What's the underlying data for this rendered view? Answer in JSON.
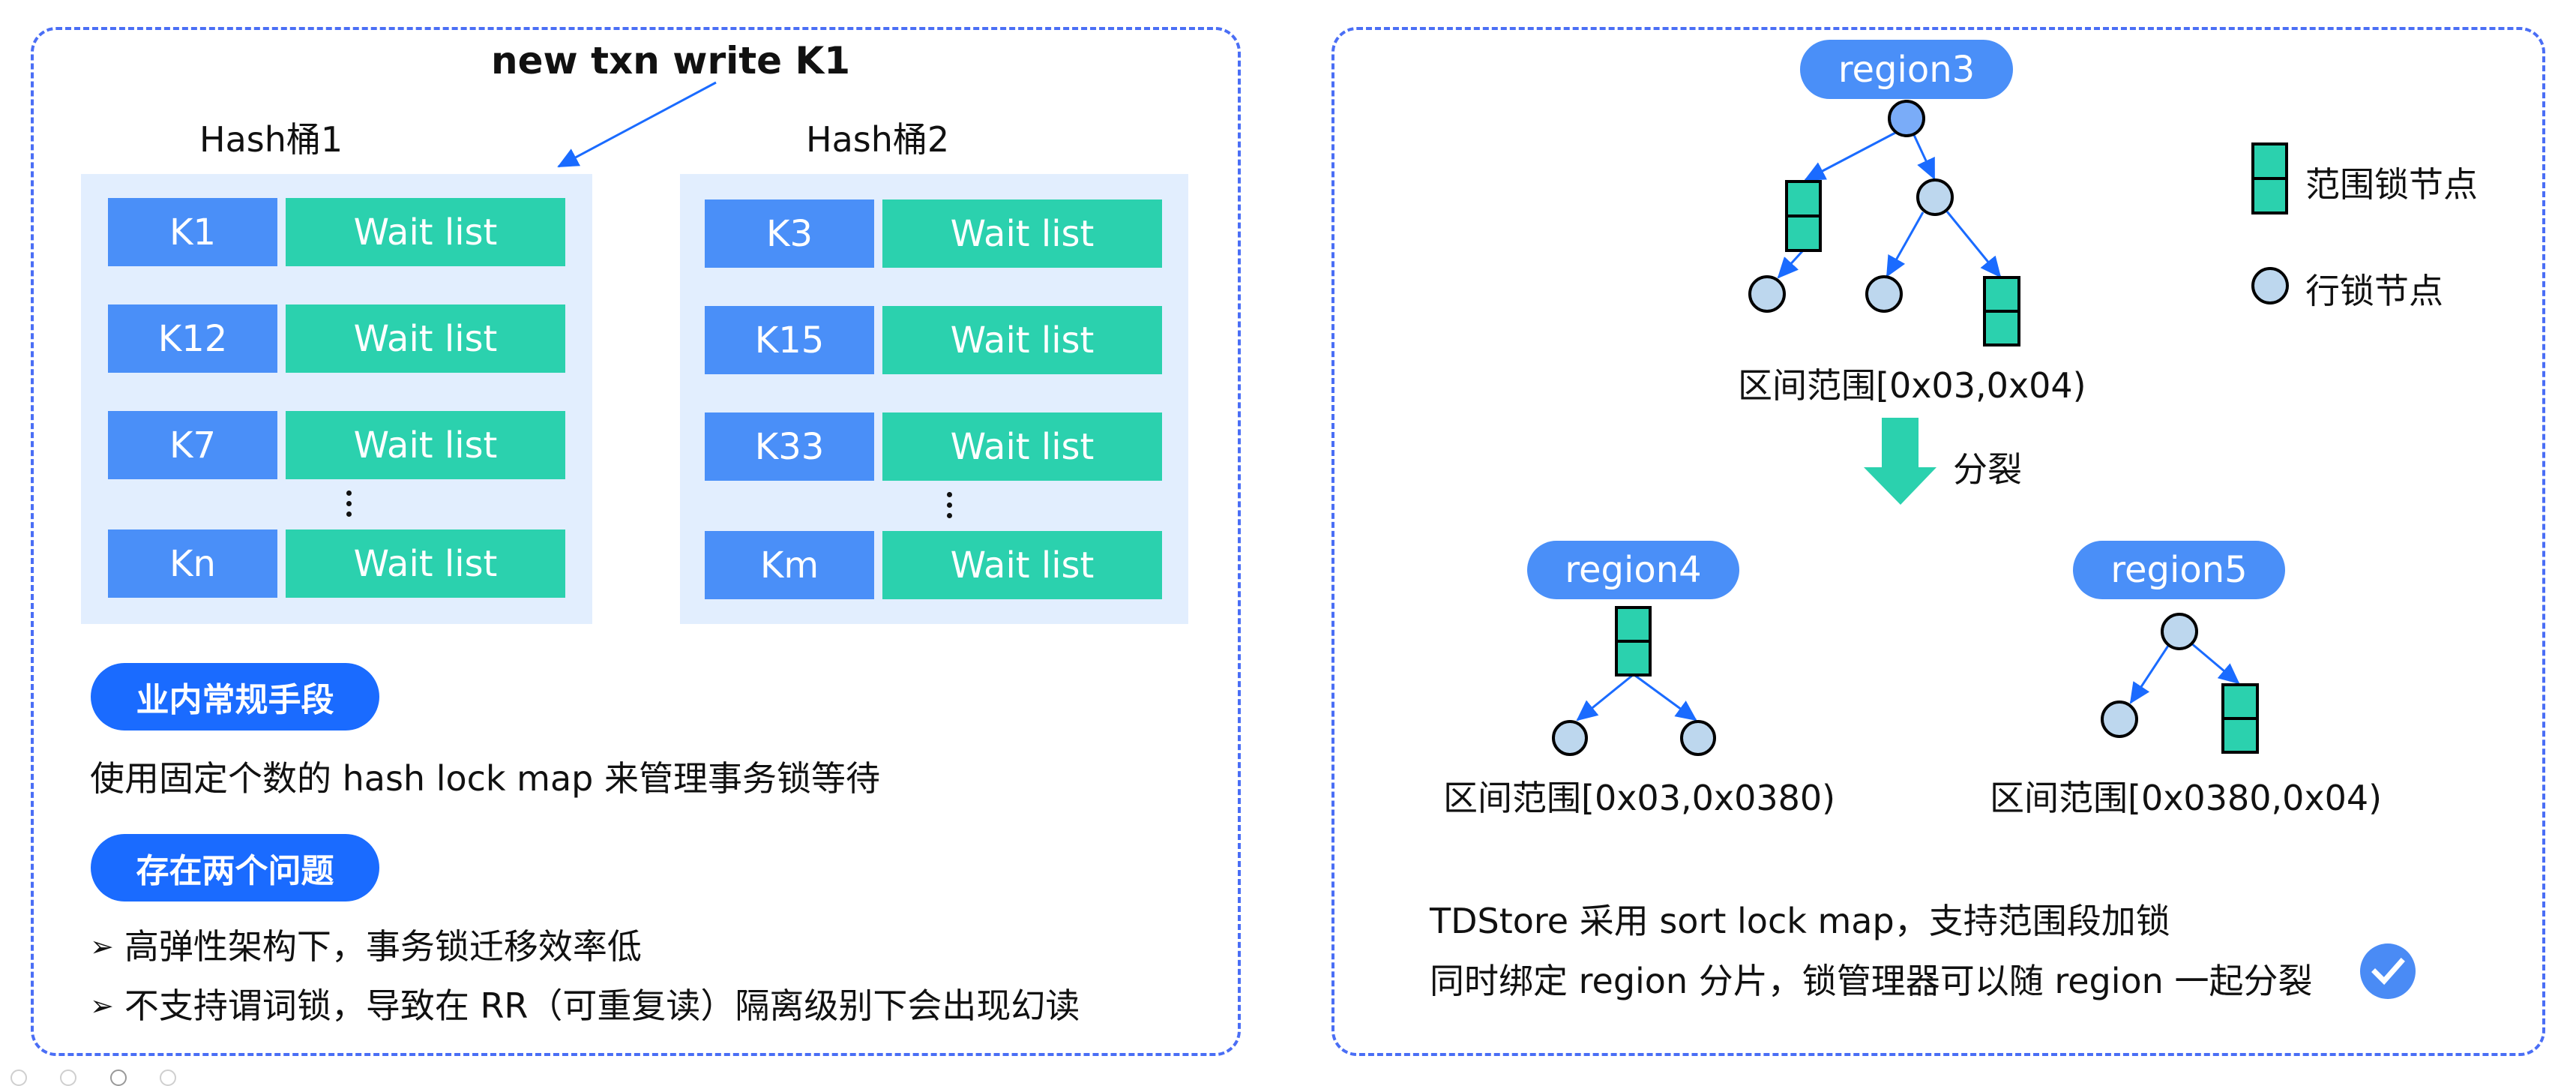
{
  "left_panel": {
    "annotation": "new txn write K1",
    "buckets": [
      {
        "title": "Hash桶1",
        "rows": [
          {
            "key": "K1",
            "value": "Wait list"
          },
          {
            "key": "K12",
            "value": "Wait list"
          },
          {
            "key": "K7",
            "value": "Wait list"
          },
          {
            "key": "Kn",
            "value": "Wait list"
          }
        ]
      },
      {
        "title": "Hash桶2",
        "rows": [
          {
            "key": "K3",
            "value": "Wait list"
          },
          {
            "key": "K15",
            "value": "Wait list"
          },
          {
            "key": "K33",
            "value": "Wait list"
          },
          {
            "key": "Km",
            "value": "Wait list"
          }
        ]
      }
    ],
    "section1": {
      "pill": "业内常规手段",
      "text": "使用固定个数的 hash lock map 来管理事务锁等待"
    },
    "section2": {
      "pill": "存在两个问题",
      "bullet_glyph": "➢",
      "bullets": [
        "高弹性架构下，事务锁迁移效率低",
        "不支持谓词锁，导致在 RR（可重复读）隔离级别下会出现幻读"
      ]
    }
  },
  "right_panel": {
    "region_top": {
      "label": "region3",
      "caption": "区间范围[0x03,0x04)"
    },
    "split_label": "分裂",
    "region_left": {
      "label": "region4",
      "caption": "区间范围[0x03,0x0380)"
    },
    "region_right": {
      "label": "region5",
      "caption": "区间范围[0x0380,0x04)"
    },
    "legend": [
      {
        "icon": "range-lock-node-icon",
        "label": "范围锁节点"
      },
      {
        "icon": "row-lock-node-icon",
        "label": "行锁节点"
      }
    ],
    "summary": [
      "TDStore 采用 sort lock map，支持范围段加锁",
      "同时绑定 region 分片，锁管理器可以随 region 一起分裂"
    ],
    "summary_icon": "check-circle-icon"
  },
  "colors": {
    "border": "#4a6ef5",
    "key_blue": "#4a8ff8",
    "wait_green": "#2bd1ae",
    "pill_blue": "#1a6bff",
    "bucket_bg": "#e2eefe",
    "row_lock_fill": "#bdd7ee",
    "root_row_lock_fill": "#7aacf8",
    "edge_blue": "#1a6bff"
  }
}
